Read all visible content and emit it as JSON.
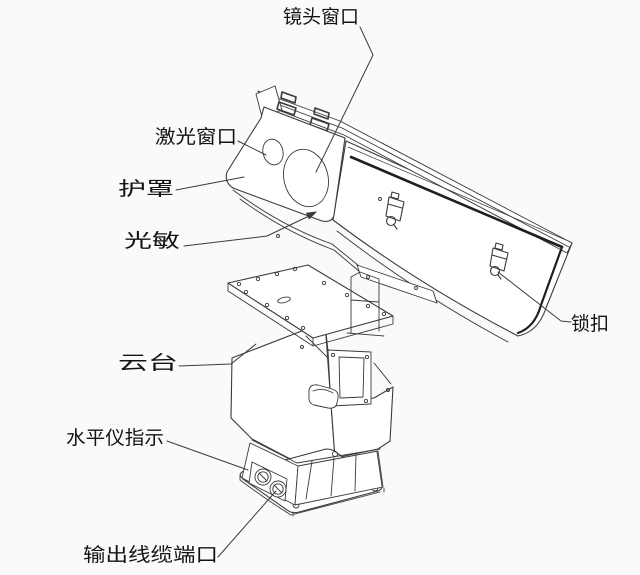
{
  "labels": {
    "lens_window": "镜头窗口",
    "laser_window": "激光窗口",
    "housing": "护罩",
    "light_sensor": "光敏",
    "latch": "锁扣",
    "pan_tilt": "云台",
    "level_indicator": "水平仪指示",
    "output_cable_port": "输出线缆端口"
  },
  "colors": {
    "line": "#3b3b3b",
    "line_dark": "#1f1f1f",
    "text": "#141414",
    "background": "#fafafa"
  }
}
